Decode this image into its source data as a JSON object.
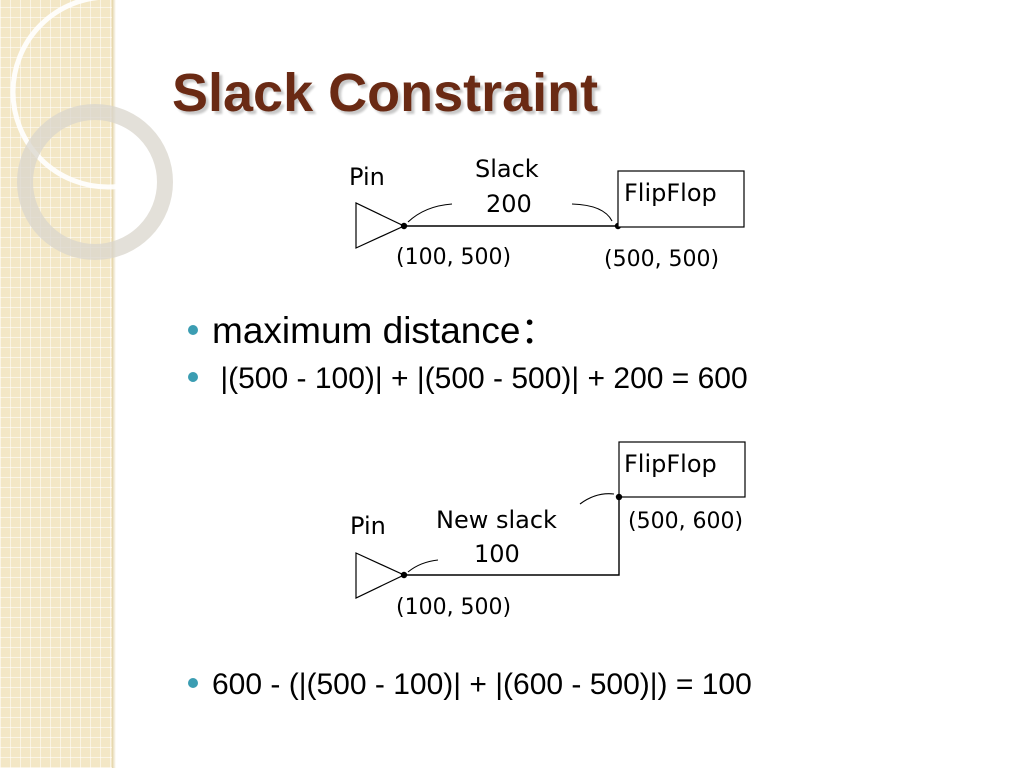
{
  "title": "Slack Constraint",
  "bullets": [
    "maximum distance：",
    " |(500 - 100)| + |(500 - 500)| + 200 = 600",
    "600 - (|(500 - 100)| + |(600 - 500)|) = 100"
  ],
  "diagram_top": {
    "pin_label": "Pin",
    "slack_label": "Slack",
    "slack_value": "200",
    "flipflop_label": "FlipFlop",
    "pin_coord": "(100, 500)",
    "flipflop_coord": "(500, 500)"
  },
  "diagram_bottom": {
    "pin_label": "Pin",
    "slack_label": "New slack",
    "slack_value": "100",
    "flipflop_label": "FlipFlop",
    "pin_coord": "(100, 500)",
    "flipflop_coord": "(500, 600)"
  },
  "colors": {
    "title": "#6a2a14",
    "bullet": "#3b9db2",
    "band": "#f3e7c6"
  }
}
